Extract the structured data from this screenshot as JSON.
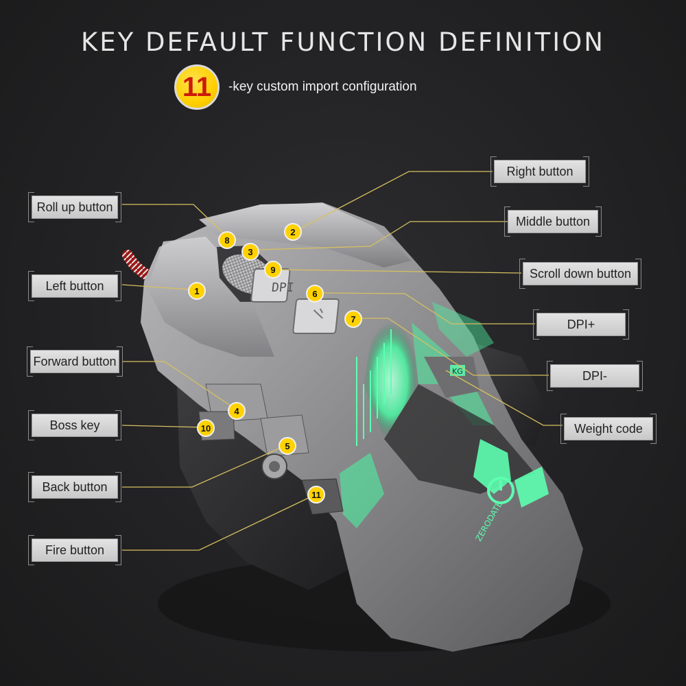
{
  "title": "KEY DEFAULT FUNCTION DEFINITION",
  "badge": {
    "number": "11",
    "note": "-key custom import configuration"
  },
  "labels": {
    "right_button": "Right button",
    "roll_up_button": "Roll up button",
    "middle_button": "Middle button",
    "left_button": "Left button",
    "scroll_down_button": "Scroll down button",
    "dpi_plus": "DPI+",
    "forward_button": "Forward button",
    "dpi_minus": "DPI-",
    "boss_key": "Boss key",
    "weight_code": "Weight code",
    "back_button": "Back button",
    "fire_button": "Fire button"
  },
  "markers": {
    "m1": "1",
    "m2": "2",
    "m3": "3",
    "m4": "4",
    "m5": "5",
    "m6": "6",
    "m7": "7",
    "m8": "8",
    "m9": "9",
    "m10": "10",
    "m11": "11"
  },
  "mouse_keys": {
    "dpi": "DPI",
    "weight": "KG"
  },
  "brand": "ZERODATE",
  "colors": {
    "accent_green": "#5dffb0",
    "badge_yellow": "#ffd200",
    "badge_text_red": "#cc1a0a",
    "body_silver": "#8e8e90",
    "background": "#232325"
  }
}
